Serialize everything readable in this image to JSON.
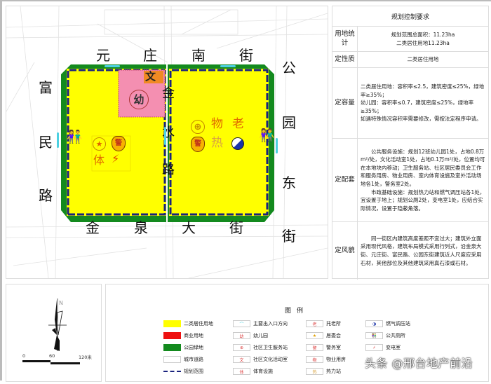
{
  "map": {
    "road_labels": {
      "north_1": "元",
      "north_2": "庄",
      "north_3": "南",
      "north_4": "街",
      "west_1": "富",
      "west_2": "民",
      "west_3": "路",
      "middle_1": "金",
      "middle_2": "水",
      "middle_3": "路",
      "east_1": "公",
      "east_2": "园",
      "east_3": "东",
      "east_4": "街",
      "south_1": "金",
      "south_2": "泉",
      "south_3": "大",
      "south_4": "街"
    },
    "block_glyphs": {
      "culture": "文",
      "kindergarten": "幼",
      "sports": "体",
      "police_west": "警",
      "property": "物",
      "elderly": "老",
      "heat": "热",
      "police_east": "警"
    },
    "colors": {
      "residential": "#ffff00",
      "green": "#138a1e",
      "boundary": "#1a237e",
      "kindergarten": "#f48fb1",
      "culture": "#f08a24",
      "entrance": "#4dd0e1",
      "toilet": "#1a33a8"
    }
  },
  "control_table": {
    "title": "规划控制要求",
    "rows": [
      {
        "head": "用地统计",
        "lines": [
          "规划范围总面积：11.23ha",
          "二类居住用地11.23ha"
        ]
      },
      {
        "head": "定性质",
        "lines": [
          "二类居住用地"
        ]
      },
      {
        "head": "定容量",
        "lines": [
          "二类居住用地：容积率≤2.5，建筑密度≤25%，绿地率≥35%；",
          "幼儿园：容积率≤0.7，建筑密度≤25%，绿地率≥35%；",
          "如遇特殊情况容积率需要修改，需按法定程序申请。"
        ]
      },
      {
        "head": "定配套",
        "lines": [
          "公共服务设施：规划12班幼儿园1处，占地0.8万m²/处，文化活动室1处，占地0.1万m²/处，位置均可在本地块内移动；卫生服务站、社区居民委员会工作和服务用房、物业用房、室内体育设施及室外活动场地各1处，警务室2处。",
          "市政基础设施：规划热力站和燃气调压站各1处，宜设置于地上；规划公厕2处，变电室1处，应结合实际情况，设置于隐蔽角落。"
        ]
      },
      {
        "head": "定风貌",
        "lines": [
          "同一街区内建筑高度差距不宜过大；建筑外立面采用现代风格，建筑布局模式采用行列式，沿金泉大街、元庄街、富民路、公园东街建筑近人尺度应采用石材，其他部位及其他建筑采用真石漆或石材。"
        ]
      }
    ]
  },
  "compass": {
    "north_label": "N",
    "scale_ticks": [
      "0",
      "60",
      "120米"
    ]
  },
  "legend": {
    "title": "图例",
    "items": [
      {
        "label": "二类居住用地",
        "swatch": "fill",
        "color": "#ffff00",
        "symbol": ""
      },
      {
        "label": "商业用地",
        "swatch": "fill",
        "color": "#ee1111",
        "symbol": ""
      },
      {
        "label": "公园绿地",
        "swatch": "fill",
        "color": "#138a1e",
        "symbol": ""
      },
      {
        "label": "城市道路",
        "swatch": "road",
        "color": "#cccccc",
        "symbol": ""
      },
      {
        "label": "规划范围",
        "swatch": "dash",
        "color": "#1a237e",
        "symbol": ""
      },
      {
        "label": "主要出入口方向",
        "swatch": "box",
        "color": "#4dd0e1",
        "symbol": "⌒"
      },
      {
        "label": "幼儿园",
        "swatch": "box",
        "color": "#d44",
        "symbol": "幼"
      },
      {
        "label": "社区卫生服务站",
        "swatch": "box",
        "color": "#d44",
        "symbol": "⊕"
      },
      {
        "label": "社区文化活动室",
        "swatch": "box",
        "color": "#d44",
        "symbol": "文"
      },
      {
        "label": "体育设施",
        "swatch": "box",
        "color": "#d44",
        "symbol": "体"
      },
      {
        "label": "托老所",
        "swatch": "box",
        "color": "#d44",
        "symbol": "老"
      },
      {
        "label": "居委会",
        "swatch": "box",
        "color": "#d44",
        "symbol": "★"
      },
      {
        "label": "警务室",
        "swatch": "box",
        "color": "#d44",
        "symbol": "警"
      },
      {
        "label": "物业用房",
        "swatch": "box",
        "color": "#d44",
        "symbol": "物"
      },
      {
        "label": "热力站",
        "swatch": "box",
        "color": "#d9a441",
        "symbol": "热"
      },
      {
        "label": "燃气调压站",
        "swatch": "box",
        "color": "#1a33a8",
        "symbol": "◑"
      },
      {
        "label": "公共厕所",
        "swatch": "box",
        "color": "#1a33a8",
        "symbol": "👫"
      },
      {
        "label": "变电室",
        "swatch": "box",
        "color": "#d44",
        "symbol": "⚡"
      }
    ]
  },
  "watermark": "头条 @邢台地产前沿"
}
